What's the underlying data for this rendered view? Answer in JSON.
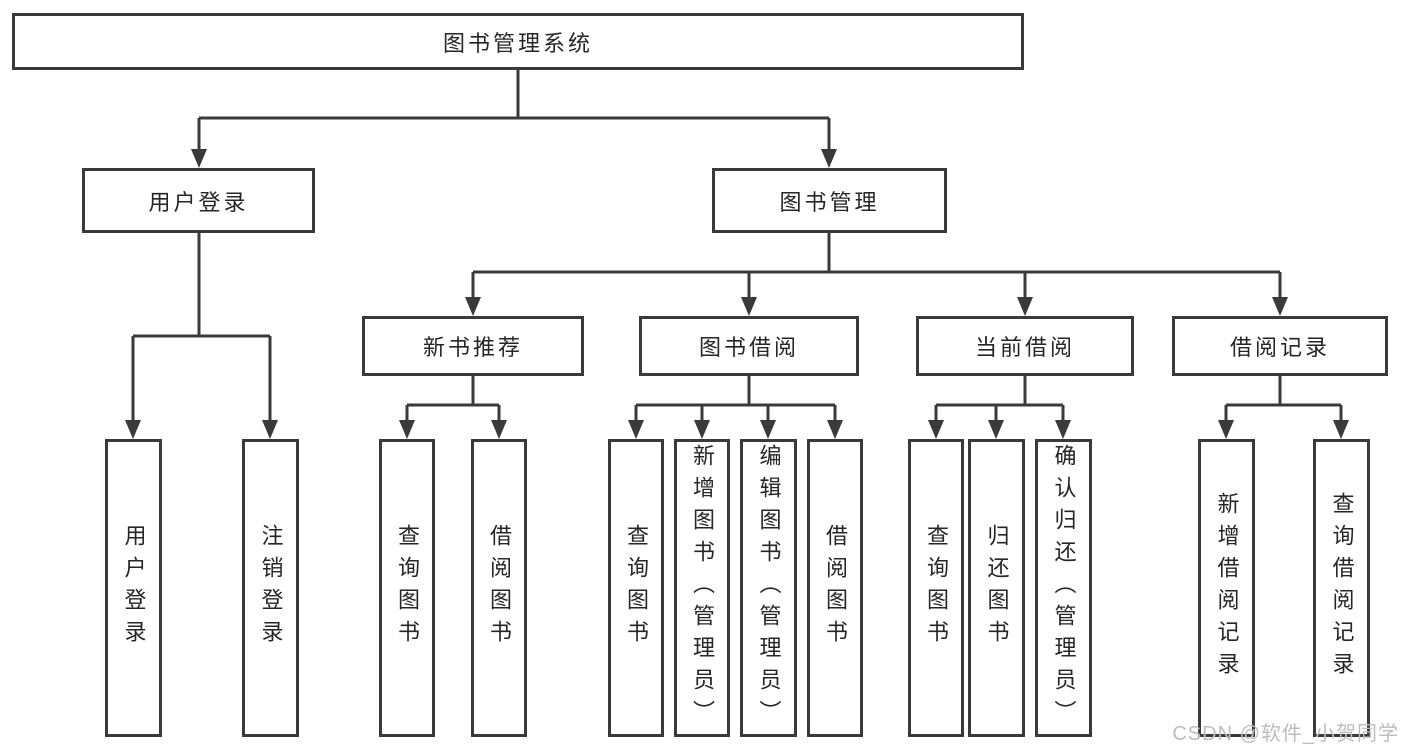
{
  "diagram": {
    "title": "图书管理系统",
    "branches": [
      {
        "label": "用户登录",
        "children": [
          {
            "label": "用户登录"
          },
          {
            "label": "注销登录"
          }
        ]
      },
      {
        "label": "图书管理",
        "sections": [
          {
            "label": "新书推荐",
            "children": [
              {
                "label": "查询图书"
              },
              {
                "label": "借阅图书"
              }
            ]
          },
          {
            "label": "图书借阅",
            "children": [
              {
                "label": "查询图书"
              },
              {
                "label": "新增图书（管理员）"
              },
              {
                "label": "编辑图书（管理员）"
              },
              {
                "label": "借阅图书"
              }
            ]
          },
          {
            "label": "当前借阅",
            "children": [
              {
                "label": "查询图书"
              },
              {
                "label": "归还图书"
              },
              {
                "label": "确认归还（管理员）"
              }
            ]
          },
          {
            "label": "借阅记录",
            "children": [
              {
                "label": "新增借阅记录"
              },
              {
                "label": "查询借阅记录"
              }
            ]
          }
        ]
      }
    ]
  },
  "watermark": {
    "text": "CSDN @软件_小贺同学"
  },
  "colors": {
    "line": "#3a3a3e",
    "text": "#262626",
    "watermark": "#bdbdbd"
  }
}
